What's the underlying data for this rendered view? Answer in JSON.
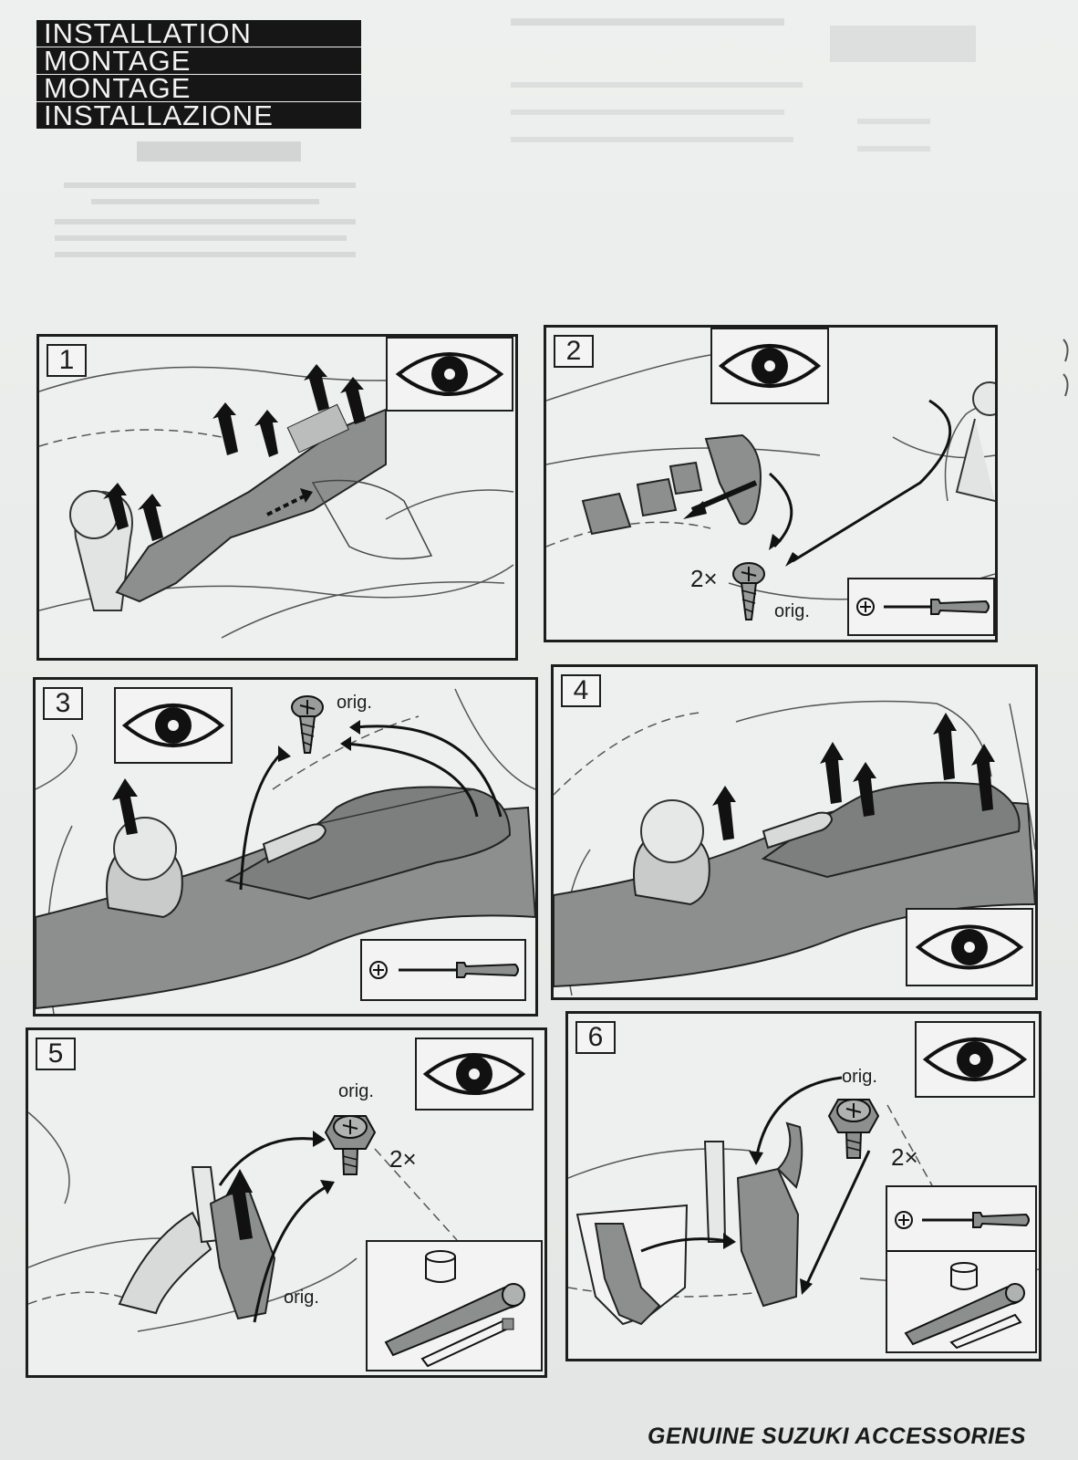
{
  "header": {
    "titles": [
      "INSTALLATION",
      "MONTAGE",
      "MONTAGE",
      "INSTALLAZIONE"
    ]
  },
  "steps": [
    {
      "number": "1",
      "labels": []
    },
    {
      "number": "2",
      "labels": [
        "2×",
        "orig."
      ]
    },
    {
      "number": "3",
      "labels": [
        "orig."
      ]
    },
    {
      "number": "4",
      "labels": []
    },
    {
      "number": "5",
      "labels": [
        "orig.",
        "2×",
        "orig."
      ]
    },
    {
      "number": "6",
      "labels": [
        "orig.",
        "2×"
      ]
    }
  ],
  "icons": {
    "inspect": "eye-icon",
    "tool": "phillips-screwdriver-icon",
    "tool_alt": "socket-wrench-icon"
  },
  "footer": {
    "brand_text": "GENUINE SUZUKI ACCESSORIES"
  },
  "colors": {
    "paper": "#eef0ef",
    "ink": "#1d1d1d",
    "part_fill": "#8d8f8e"
  }
}
